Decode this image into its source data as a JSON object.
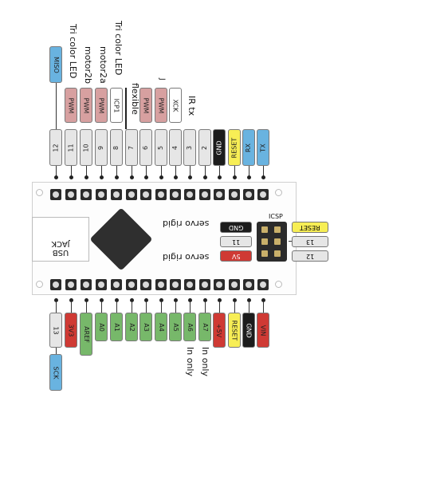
{
  "colors": {
    "grey": "#e6e6e6",
    "blue": "#69b3e0",
    "pink": "#d7a0a0",
    "white": "#ffffff",
    "black": "#1c1c1c",
    "yellow": "#f7ee55",
    "red": "#cf3a34",
    "green": "#77b86a"
  },
  "top_pins": [
    {
      "num": "12",
      "func": "MISO"
    },
    {
      "num": "11",
      "func": "PWM"
    },
    {
      "num": "10",
      "func": "PWM"
    },
    {
      "num": "9",
      "func": "PWM"
    },
    {
      "num": "8",
      "func": "ICP1"
    },
    {
      "num": "7",
      "func": ""
    },
    {
      "num": "6",
      "func": "PWM"
    },
    {
      "num": "5",
      "func": "PWM"
    },
    {
      "num": "4",
      "func": "XCK"
    },
    {
      "num": "3",
      "func": ""
    },
    {
      "num": "2",
      "func": ""
    },
    {
      "num": "GND",
      "func": ""
    },
    {
      "num": "RESET",
      "func": ""
    },
    {
      "num": "RX",
      "func": ""
    },
    {
      "num": "TX",
      "func": ""
    }
  ],
  "top_notes": {
    "led1": "Tri color LED",
    "motor2b": "motor2b",
    "motor2a": "motor2a",
    "led2": "Tri color LED",
    "flexible": "flexible",
    "irtx": "IR tx",
    "mark": "J"
  },
  "bottom_pins": [
    {
      "num": "13",
      "func": "SCK"
    },
    {
      "num": "3V3"
    },
    {
      "num": "AREF"
    },
    {
      "num": "A0"
    },
    {
      "num": "A1"
    },
    {
      "num": "A2"
    },
    {
      "num": "A3"
    },
    {
      "num": "A4"
    },
    {
      "num": "A5"
    },
    {
      "num": "A6"
    },
    {
      "num": "A7"
    },
    {
      "num": "+5V"
    },
    {
      "num": "RESET"
    },
    {
      "num": "GND"
    },
    {
      "num": "VIN"
    }
  ],
  "bottom_notes": {
    "a6": "In only",
    "a7": "In only"
  },
  "board": {
    "usb": "USB JACK",
    "icsp": "ICSP",
    "servo_rigid_top": "servo rigid",
    "servo_rigid_bottom": "servo rigid",
    "gnd_tag": "GND",
    "pin11_tag": "11",
    "v5_tag": "5V",
    "reset_tag": "RESET",
    "pin13_tag": "13",
    "pin12_tag": "12"
  }
}
